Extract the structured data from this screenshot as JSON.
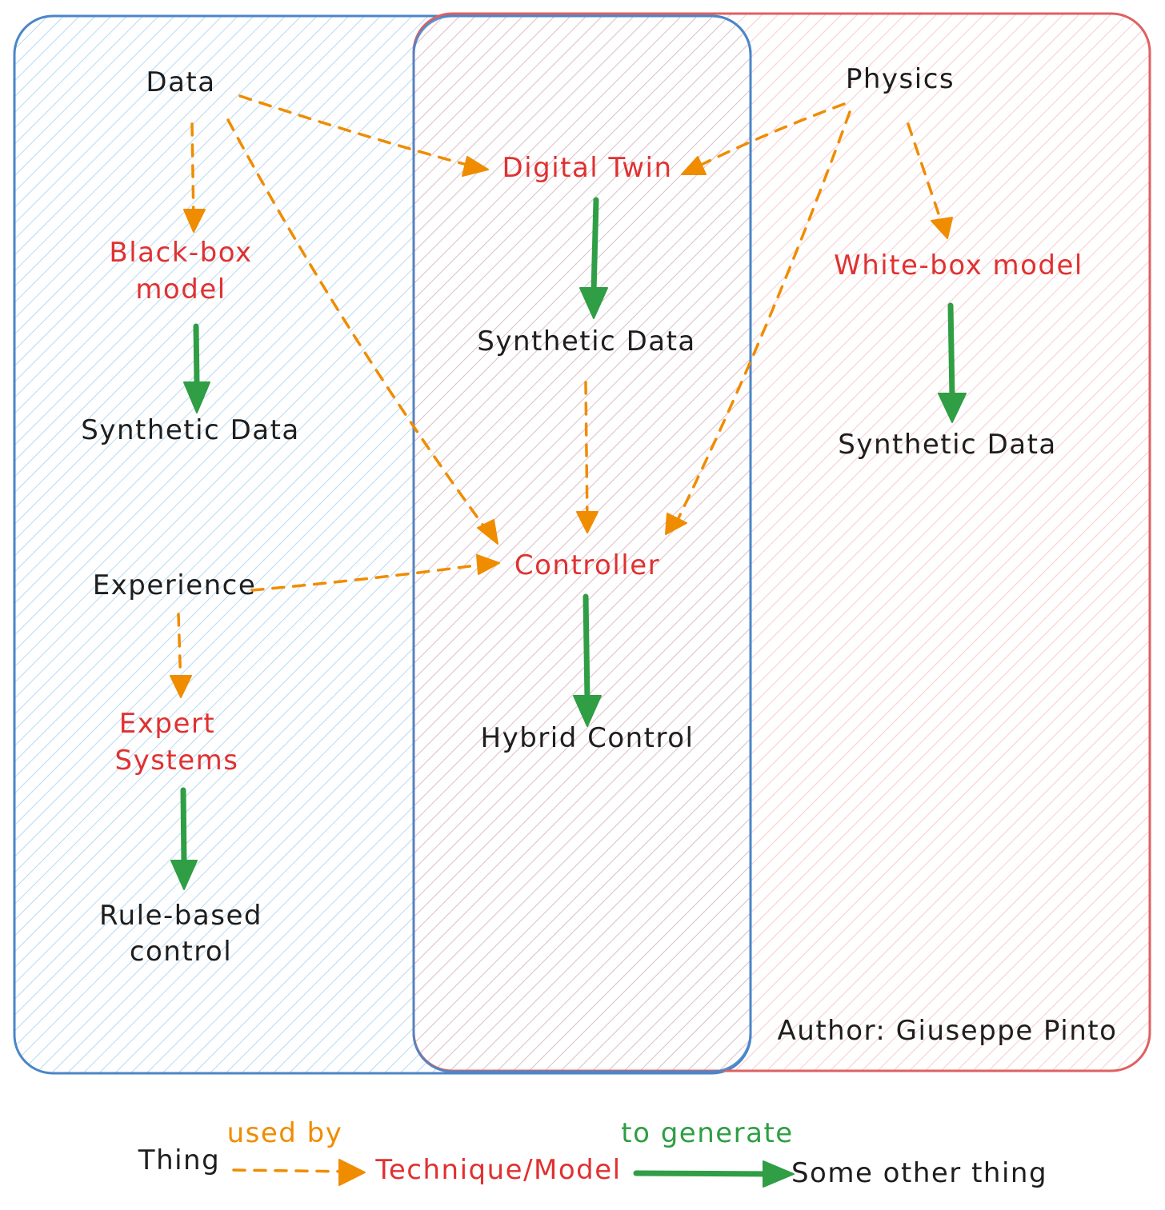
{
  "colors": {
    "blue_group": "#4a86c8",
    "red_group": "#e06060",
    "used_by_arrow": "#f08c00",
    "generates_arrow": "#2f9e44",
    "technique_text": "#e03131",
    "thing_text": "#1e1e1e"
  },
  "nodes": {
    "data": "Data",
    "physics": "Physics",
    "experience": "Experience",
    "black_box_line1": "Black-box",
    "black_box_line2": "model",
    "synthetic_data_left": "Synthetic Data",
    "digital_twin": "Digital Twin",
    "synthetic_data_middle": "Synthetic Data",
    "white_box_model": "White-box model",
    "synthetic_data_right": "Synthetic Data",
    "controller": "Controller",
    "hybrid_control": "Hybrid Control",
    "expert_systems_line1": "Expert",
    "expert_systems_line2": "Systems",
    "rule_based_line1": "Rule-based",
    "rule_based_line2": "control",
    "author": "Author: Giuseppe Pinto"
  },
  "legend": {
    "thing": "Thing",
    "used_by": "used by",
    "technique": "Technique/Model",
    "to_generate": "to generate",
    "other_thing": "Some other thing"
  }
}
